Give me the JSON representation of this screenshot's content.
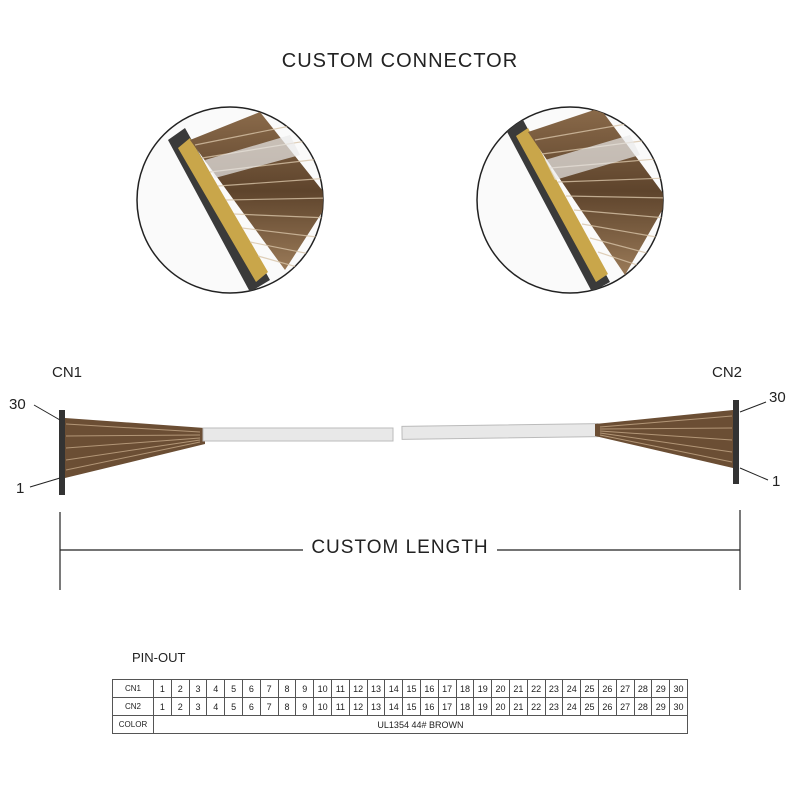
{
  "title": "CUSTOM CONNECTOR",
  "cn1_label": "CN1",
  "cn2_label": "CN2",
  "cn1_top_pin": "30",
  "cn1_bottom_pin": "1",
  "cn2_top_pin": "30",
  "cn2_bottom_pin": "1",
  "length_label": "CUSTOM LENGTH",
  "pinout": {
    "title": "PIN-OUT",
    "row_cn1": "CN1",
    "row_cn2": "CN2",
    "row_color": "COLOR",
    "pins": [
      "1",
      "2",
      "3",
      "4",
      "5",
      "6",
      "7",
      "8",
      "9",
      "10",
      "11",
      "12",
      "13",
      "14",
      "15",
      "16",
      "17",
      "18",
      "19",
      "20",
      "21",
      "22",
      "23",
      "24",
      "25",
      "26",
      "27",
      "28",
      "29",
      "30"
    ],
    "color_value": "UL1354  44# BROWN"
  },
  "colors": {
    "wire": "#7a5a3c",
    "cable_jacket": "#e6e6e6",
    "connector": "#555555"
  }
}
